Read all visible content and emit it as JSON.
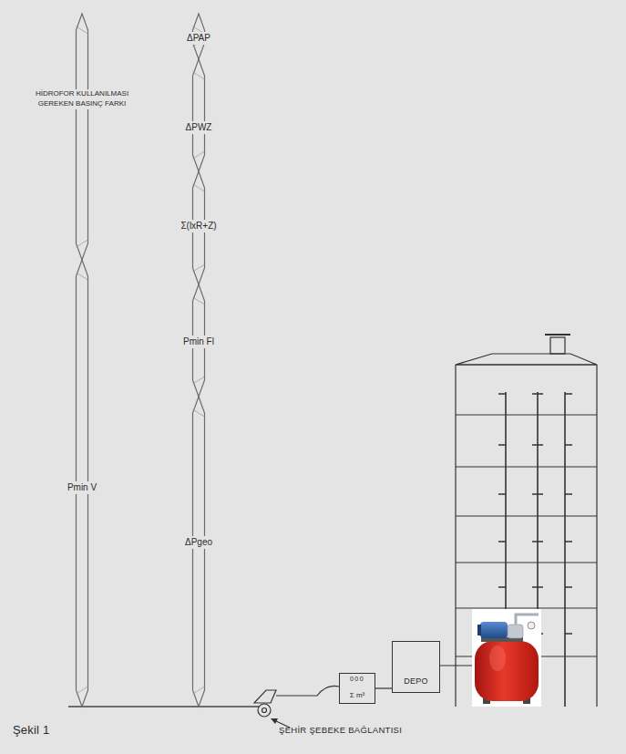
{
  "diagram": {
    "nodes": [
      {
        "text": [
          "HİDROFOR KULLANILMASI GEREKEN BASINÇ FARKI"
        ]
      },
      {
        "text": [
          "Pmin V"
        ]
      },
      {
        "text": [
          "ΔPAP"
        ]
      },
      {
        "text": [
          "ΔPWZ"
        ]
      },
      {
        "text": [
          "Σ(lxR+Z)"
        ]
      },
      {
        "text": [
          "Pmin Fl"
        ]
      },
      {
        "text": [
          "ΔPgeo"
        ]
      },
      {
        "text": [
          "000",
          "Σ m³"
        ]
      },
      {
        "text": [
          "DEPO"
        ]
      }
    ],
    "edges": [
      {
        "from": 7,
        "to": 8,
        "arrow": "none"
      }
    ],
    "labels": [
      "Şekil 1",
      "ŞEHİR ŞEBEKE BAĞLANTISI"
    ]
  }
}
